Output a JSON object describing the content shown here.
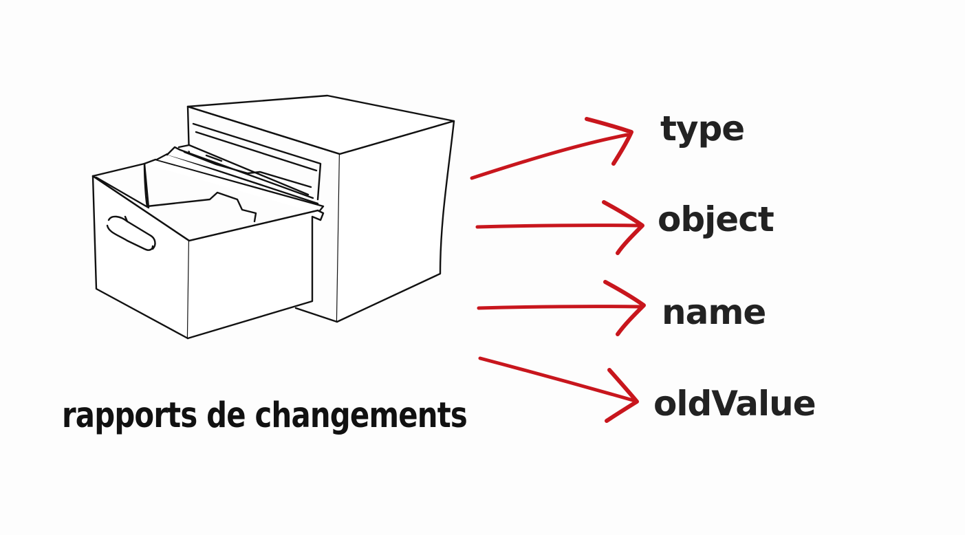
{
  "caption": "rapports de changements",
  "properties": [
    "type",
    "object",
    "name",
    "oldValue"
  ],
  "icons": {
    "cabinet": "filing-cabinet-icon",
    "arrow": "arrow-right-icon"
  },
  "colors": {
    "background": "#fdfdfd",
    "ink": "#111111",
    "label": "#222222",
    "arrow": "#c8161d"
  }
}
